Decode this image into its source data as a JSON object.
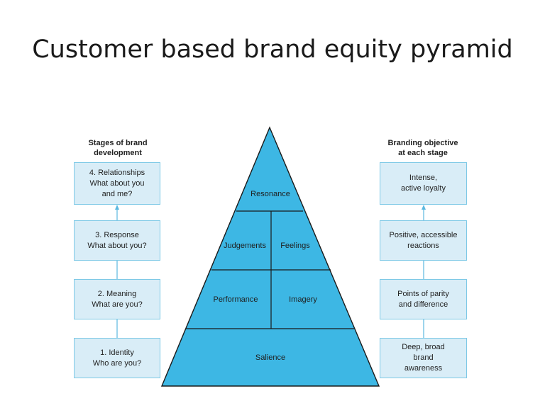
{
  "title": "Customer based brand equity pyramid",
  "left_column": {
    "heading": [
      "Stages of brand",
      "development"
    ],
    "boxes": [
      {
        "lines": [
          "4. Relationships",
          "What about you",
          "and me?"
        ]
      },
      {
        "lines": [
          "3. Response",
          "What about you?"
        ]
      },
      {
        "lines": [
          "2. Meaning",
          "What are you?"
        ]
      },
      {
        "lines": [
          "1. Identity",
          "Who are you?"
        ]
      }
    ]
  },
  "right_column": {
    "heading": [
      "Branding objective",
      "at each stage"
    ],
    "boxes": [
      {
        "lines": [
          "Intense,",
          "active loyalty"
        ]
      },
      {
        "lines": [
          "Positive, accessible",
          "reactions"
        ]
      },
      {
        "lines": [
          "Points of parity",
          "and difference"
        ]
      },
      {
        "lines": [
          "Deep, broad",
          "brand",
          "awareness"
        ]
      }
    ]
  },
  "pyramid": {
    "levels": {
      "resonance": "Resonance",
      "judgements": "Judgements",
      "feelings": "Feelings",
      "performance": "Performance",
      "imagery": "Imagery",
      "salience": "Salience"
    },
    "fill_color": "#3db7e4",
    "line_color": "#1a1a1a"
  },
  "box_colors": {
    "fill": "#d9edf7",
    "border": "#7ec9e6",
    "connector": "#5bb8e0"
  }
}
